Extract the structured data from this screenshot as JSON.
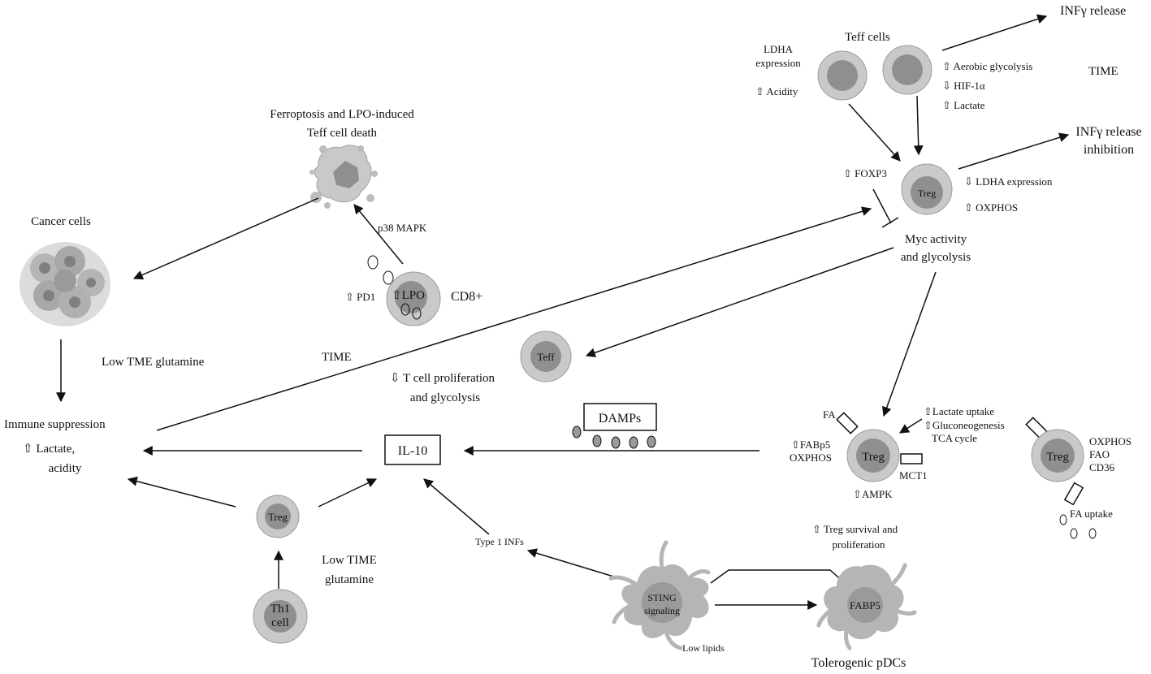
{
  "colors": {
    "cell_body": "#c9c9c9",
    "cell_nucleus": "#8f8f8f",
    "line": "#111111",
    "background": "#ffffff"
  },
  "icons": {
    "up_arrow": "⇧",
    "down_arrow": "⇩"
  },
  "top_right": {
    "inf_release": "INFγ release",
    "teff_cells": "Teff  cells",
    "ldha_expression_1": "LDHA",
    "ldha_expression_2": "expression",
    "acidity": "⇧ Acidity",
    "aerobic_glycolysis": "⇧ Aerobic glycolysis",
    "hif1a": "⇩ HIF-1α",
    "lactate": "⇧ Lactate",
    "time_label": "TIME",
    "inf_inhibition_1": "INFγ release",
    "inf_inhibition_2": "inhibition",
    "foxp3": "⇧ FOXP3",
    "treg": "Treg",
    "ldha_down": "⇩ LDHA expression",
    "oxphos_up": "⇧  OXPHOS",
    "myc_1": "Myc activity",
    "myc_2": "and glycolysis"
  },
  "top_left": {
    "ferroptosis_1": "Ferroptosis  and LPO-induced",
    "ferroptosis_2": "Teff  cell  death",
    "cancer_cells": "Cancer cells",
    "p38": "p38 MAPK",
    "pd1": "⇧ PD1",
    "lpo": "⇧LPO",
    "cd8": "CD8+",
    "low_tme_glutamine": "Low TME  glutamine",
    "time_label": "TIME"
  },
  "middle": {
    "teff": "Teff",
    "t_cell_prolif_1": "⇩ T  cell proliferation",
    "t_cell_prolif_2": "and glycolysis",
    "immune_suppression": "Immune  suppression",
    "lactate_acidity_1": "⇧  Lactate,",
    "lactate_acidity_2": "acidity",
    "il10": "IL-10",
    "damps": "DAMPs"
  },
  "right_treg": {
    "fa": "FA",
    "fabp5": "⇧FABp5",
    "oxphos": "OXPHOS",
    "treg": "Treg",
    "lactate_uptake": "⇧Lactate uptake",
    "gluconeogenesis": "⇧Gluconeogenesis",
    "tca": "TCA cycle",
    "mct1": "MCT1",
    "ampk": "⇧AMPK",
    "treg2": "Treg",
    "oxphos2": "OXPHOS",
    "fao": "FAO",
    "cd36": "CD36",
    "fa_uptake": "FA uptake"
  },
  "bottom": {
    "treg": "Treg",
    "th1_1": "Th1",
    "th1_2": "cell",
    "low_time_glutamine_1": "Low TIME",
    "low_time_glutamine_2": "glutamine",
    "type1_infs": "Type 1 INFs",
    "sting_1": "STING",
    "sting_2": "signaling",
    "low_lipids": "Low lipids",
    "treg_survival_1": "⇧  Treg survival and",
    "treg_survival_2": "proliferation",
    "fabp5": "FABP5",
    "tolerogenic": "Tolerogenic  pDCs"
  }
}
